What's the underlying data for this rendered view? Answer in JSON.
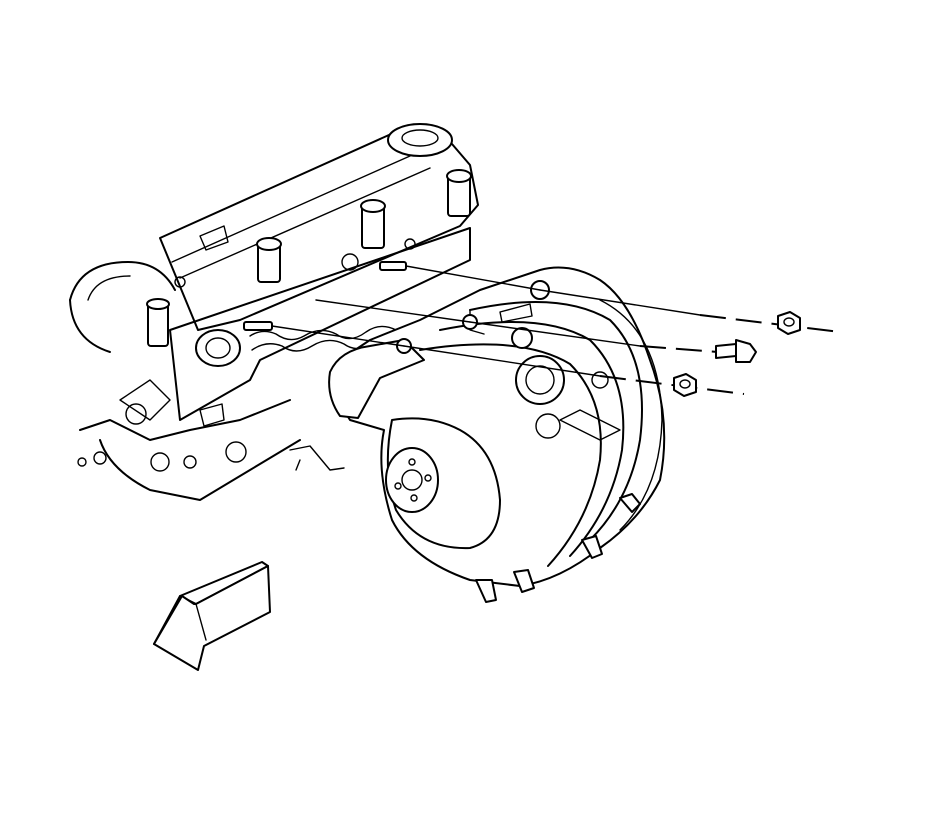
{
  "figure": {
    "kind": "exploded-assembly-line-drawing",
    "parts": [
      {
        "id": "cylinder-head",
        "icon": "engine-cylinder-head-icon"
      },
      {
        "id": "intake-manifold",
        "icon": "intake-manifold-icon"
      },
      {
        "id": "upper-nut",
        "icon": "nut-icon"
      },
      {
        "id": "middle-bolt",
        "icon": "bolt-icon"
      },
      {
        "id": "lower-nut",
        "icon": "nut-icon"
      },
      {
        "id": "stud-upper",
        "icon": "stud-icon"
      },
      {
        "id": "stud-lower",
        "icon": "stud-icon"
      }
    ],
    "direction_arrow": {
      "icon": "front-direction-arrow-icon",
      "points": "down-left"
    },
    "colors": {
      "line": "#000000",
      "background": "#ffffff",
      "arrow_fill": "#000000"
    }
  }
}
